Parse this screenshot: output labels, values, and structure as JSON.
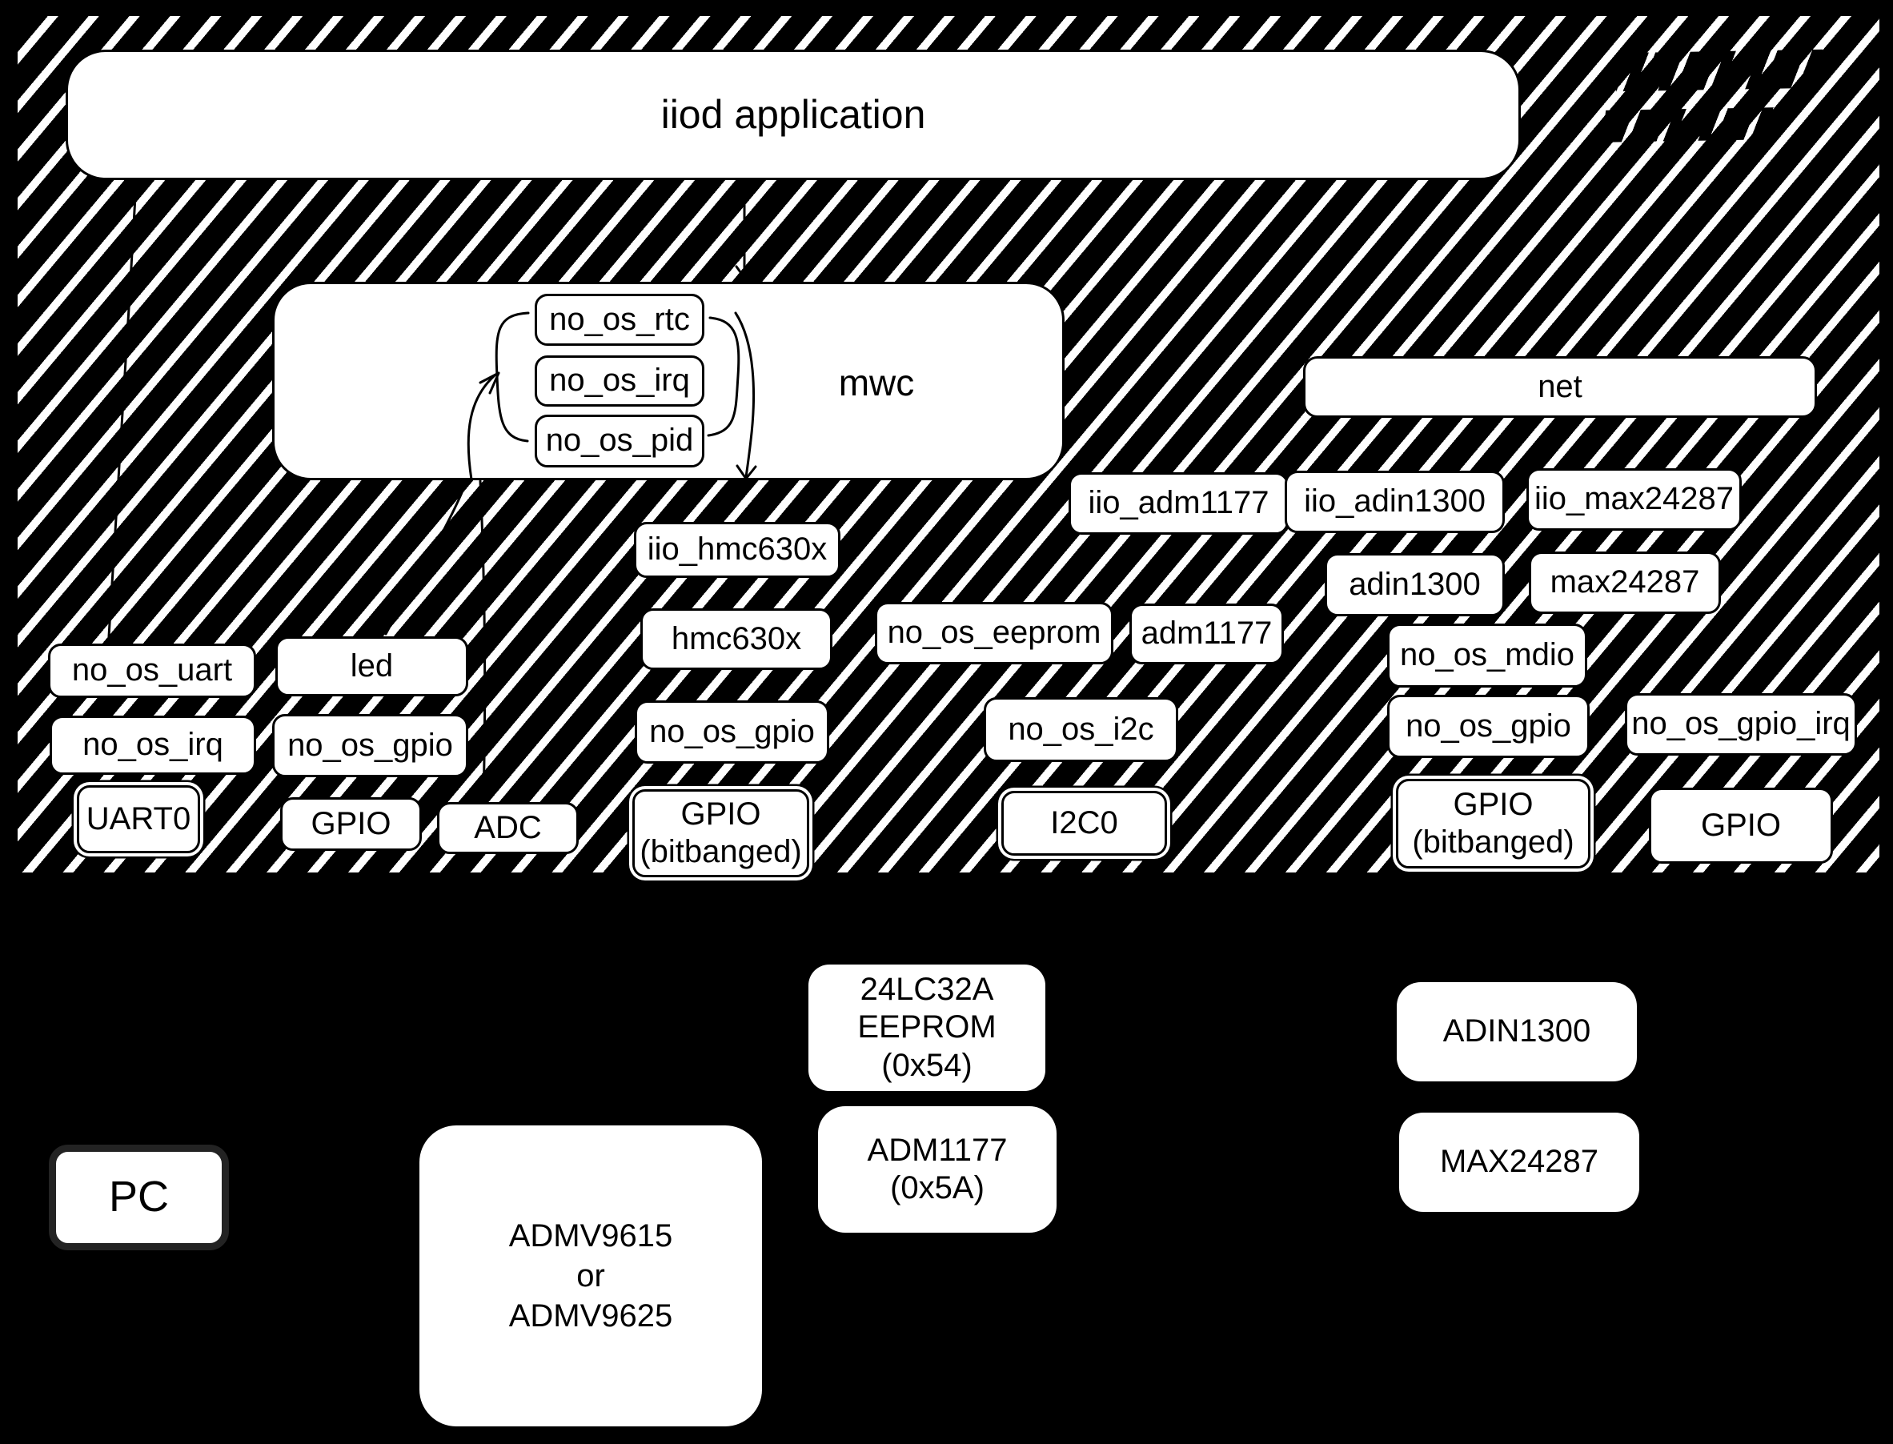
{
  "colors": {
    "background": "#000000",
    "node_fill": "#ffffff",
    "node_stroke": "#000000",
    "hatch_stripe": "#ffffff",
    "pc_border": "#232323"
  },
  "firmware_region": {
    "application": "iiod application",
    "mwc": {
      "label": "mwc",
      "services": [
        "no_os_rtc",
        "no_os_irq",
        "no_os_pid"
      ]
    },
    "net": "net",
    "iio_drivers": {
      "hmc630x": "iio_hmc630x",
      "adm1177": "iio_adm1177",
      "adin1300": "iio_adin1300",
      "max24287": "iio_max24287"
    },
    "drivers": {
      "hmc630x": "hmc630x",
      "adm1177": "adm1177",
      "adin1300": "adin1300",
      "max24287": "max24287",
      "eeprom": "no_os_eeprom",
      "led": "led",
      "mdio": "no_os_mdio"
    },
    "abstractions": {
      "uart": "no_os_uart",
      "irq": "no_os_irq",
      "gpio_left": "no_os_gpio",
      "gpio_mid": "no_os_gpio",
      "gpio_right": "no_os_gpio",
      "gpio_irq": "no_os_gpio_irq",
      "i2c": "no_os_i2c"
    },
    "peripherals": {
      "uart0": "UART0",
      "gpio": "GPIO",
      "adc": "ADC",
      "gpio_bitbanged_mid": "GPIO\n(bitbanged)",
      "i2c0": "I2C0",
      "gpio_bitbanged_right": "GPIO\n(bitbanged)",
      "gpio_right": "GPIO"
    }
  },
  "hardware": {
    "pc": "PC",
    "module": "ADMV9615\nor\nADMV9625",
    "eeprom": "24LC32A\nEEPROM\n(0x54)",
    "adm1177": "ADM1177\n(0x5A)",
    "adin1300": "ADIN1300",
    "max24287": "MAX24287"
  }
}
